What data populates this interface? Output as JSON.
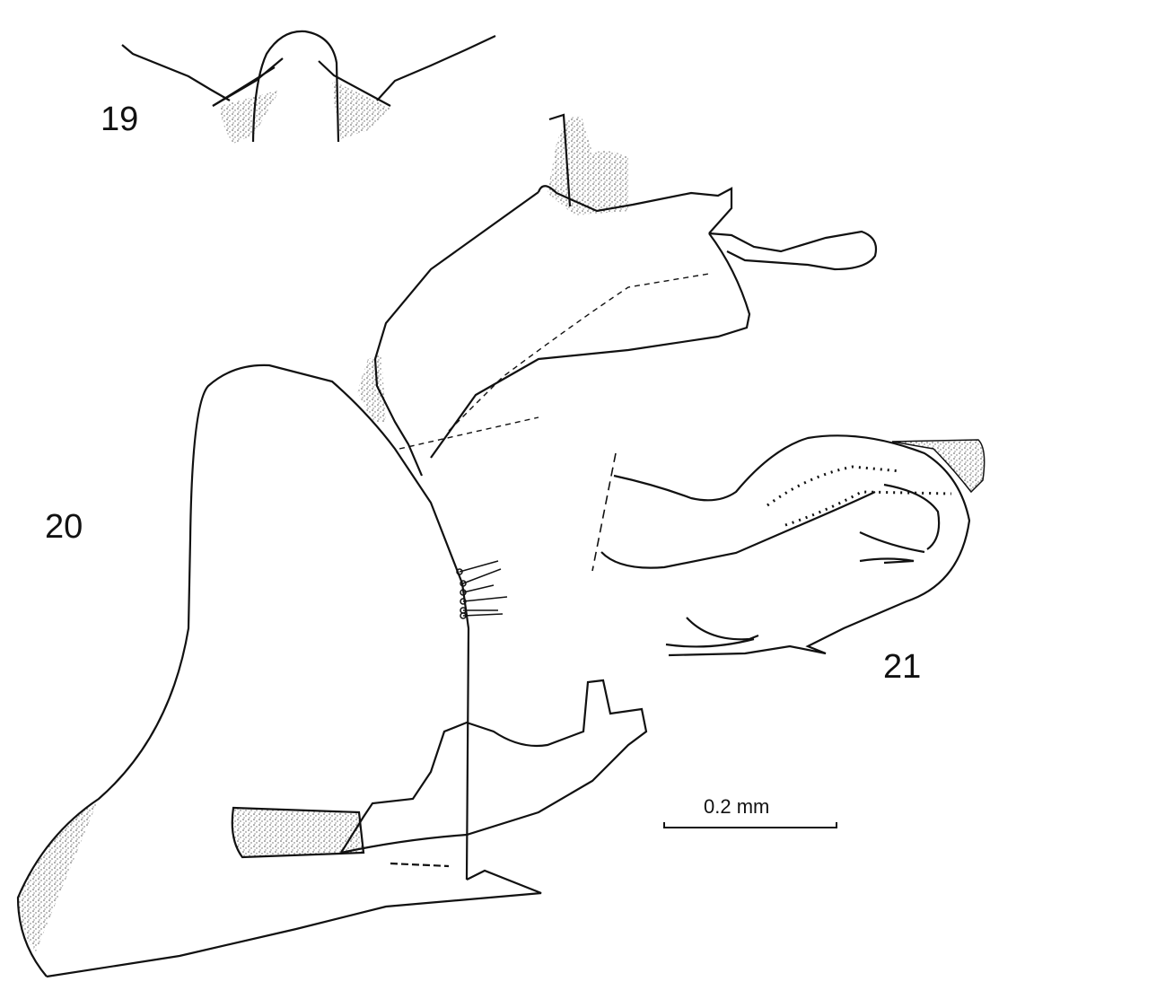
{
  "figures": [
    {
      "id": "19",
      "label": "19",
      "description": "dorsal view of apex with stippled lateral areas"
    },
    {
      "id": "20",
      "label": "20",
      "description": "lateral view of genital capsule with setae cluster"
    },
    {
      "id": "21",
      "label": "21",
      "description": "curved aedeagus with stippled apical lobe and spines"
    }
  ],
  "scale_bar": {
    "label": "0.2 mm"
  },
  "colors": {
    "line": "#111111",
    "stipple": "#777777",
    "background": "#ffffff"
  }
}
